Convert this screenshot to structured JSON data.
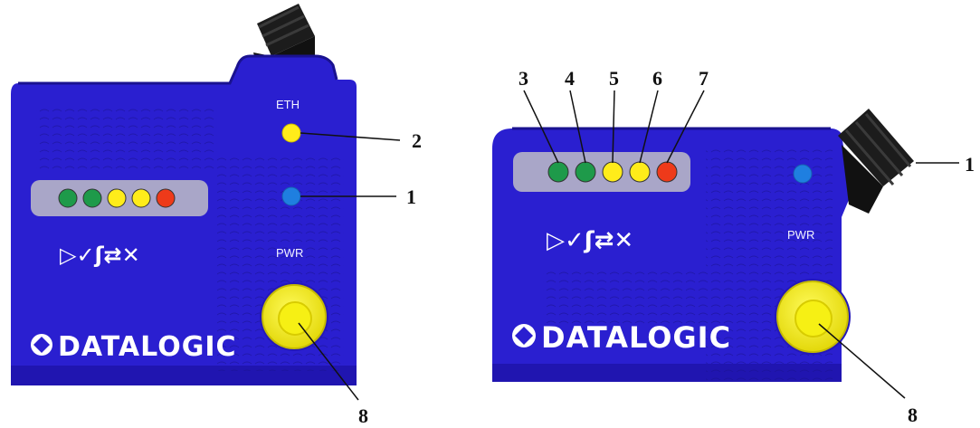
{
  "colors": {
    "housing": "#2a1fd0",
    "housing_dark": "#1a1290",
    "connector": "#1c1c1c",
    "led_green": "#1e9a4a",
    "led_yellow": "#ffec1a",
    "led_red": "#ee3a1a",
    "led_blue": "#1f7fe0",
    "button": "#f2ee10",
    "led_bar": "#a9a6c8"
  },
  "front_view": {
    "eth_label": "ETH",
    "pwr_label": "PWR",
    "brand": "DATALOGIC",
    "status_glyphs": "▷✓ʃ⇄✕",
    "leds": [
      "green",
      "green",
      "yellow",
      "yellow",
      "red"
    ],
    "callouts": [
      {
        "target": "eth-led",
        "number": "2"
      },
      {
        "target": "blue-led",
        "number": "1"
      },
      {
        "target": "button",
        "number": "8"
      }
    ]
  },
  "side_view": {
    "pwr_label": "PWR",
    "brand": "DATALOGIC",
    "status_glyphs": "▷✓ʃ⇄✕",
    "leds": [
      "green",
      "green",
      "yellow",
      "yellow",
      "red"
    ],
    "callouts": [
      {
        "target": "led-1",
        "number": "3"
      },
      {
        "target": "led-2",
        "number": "4"
      },
      {
        "target": "led-3",
        "number": "5"
      },
      {
        "target": "led-4",
        "number": "6"
      },
      {
        "target": "led-5",
        "number": "7"
      },
      {
        "target": "connector",
        "number": "1"
      },
      {
        "target": "button",
        "number": "8"
      }
    ]
  }
}
